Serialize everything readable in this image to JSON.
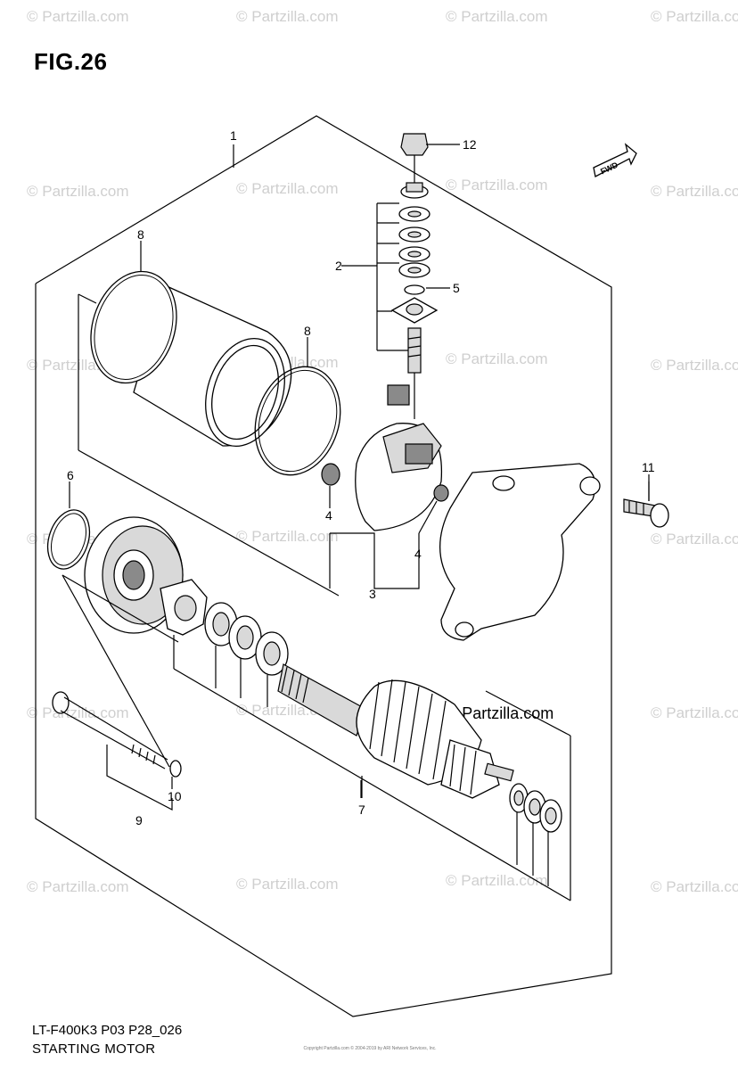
{
  "figure_title": "FIG.26",
  "model_code": "LT-F400K3 P03 P28_026",
  "caption": "STARTING MOTOR",
  "copyright_small": "Copyright Partzilla.com © 2004-2019 by ARI Network Services, Inc.",
  "fwd_label": "FWD",
  "watermark_text": "© Partzilla.com",
  "highlight_watermark": "© Partzilla.com",
  "callouts": [
    "1",
    "2",
    "3",
    "4",
    "4",
    "5",
    "6",
    "7",
    "8",
    "8",
    "9",
    "10",
    "11",
    "12"
  ]
}
